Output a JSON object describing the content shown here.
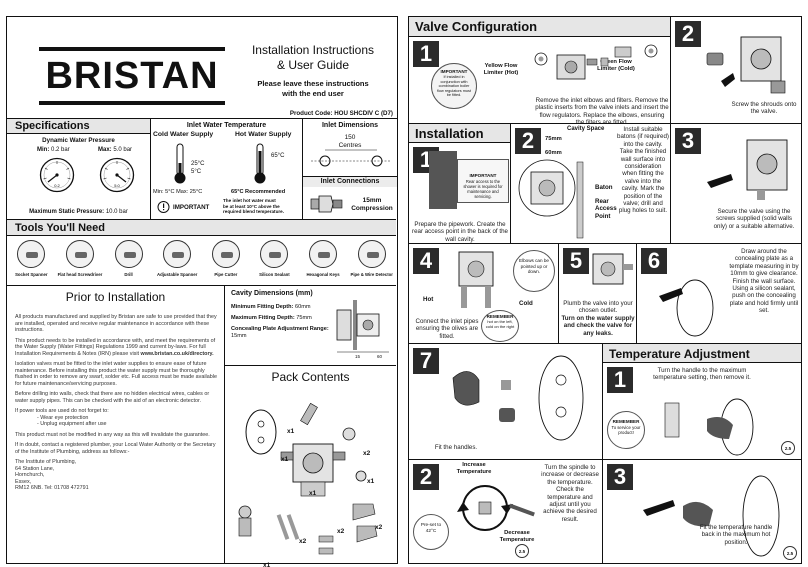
{
  "brand": {
    "name": "BRISTAN"
  },
  "cover": {
    "title_line1": "Installation Instructions",
    "title_line2": "& User Guide",
    "subtitle_line1": "Please leave these instructions",
    "subtitle_line2": "with the end user",
    "product_code": "Product Code: HOU SHCDIV C (D7)"
  },
  "specifications": {
    "title": "Specifications",
    "dynamic_label": "Dynamic Water Pressure",
    "min_label": "Min:",
    "min_value": "0.2 bar",
    "max_label": "Max:",
    "max_value": "5.0 bar",
    "static_label": "Maximum Static Pressure:",
    "static_value": "10.0 bar",
    "gauge_left_value": "0.2",
    "gauge_right_value": "5.0"
  },
  "inlet_temp": {
    "title": "Inlet Water Temperature",
    "cold_label": "Cold Water Supply",
    "hot_label": "Hot Water Supply",
    "cold_t1": "25°C",
    "cold_t2": "5°C",
    "hot_t": "65°C",
    "minmax": "Min: 5°C Max: 25°C",
    "recommended": "65°C Recommended",
    "important_label": "IMPORTANT",
    "important_text_1": "The inlet hot water must",
    "important_text_2": "be at least 10°C above the",
    "important_text_3": "required blend temperature."
  },
  "inlet_dims": {
    "title": "Inlet Dimensions",
    "value": "150",
    "centres": "Centres",
    "connections_title": "Inlet Connections",
    "connections_value_1": "15mm",
    "connections_value_2": "Compression"
  },
  "tools": {
    "title": "Tools You'll Need",
    "items": [
      "Socket Spanner",
      "Flat head Screwdriver",
      "Drill",
      "Adjustable Spanner",
      "Pipe Cutter",
      "Silicon Sealant",
      "Hexagonal Keys",
      "Pipe & Wire Detector"
    ]
  },
  "prior": {
    "title": "Prior to Installation",
    "p1": "All products manufactured and supplied by Bristan are safe to use provided that they are installed, operated and receive regular maintenance in accordance with these instructions.",
    "p2a": "This product needs to be installed in accordance with, and meet the requirements of the Water Supply (Water Fittings) Regulations 1999 and current by-laws. For full Installation Requirements & Notes (IRN) please visit",
    "p2b": "www.bristan.co.uk/directory.",
    "p3": "Isolation valves must be fitted to the inlet water supplies to ensure ease of future maintenance. Before installing this product the water supply must be thoroughly flushed in order to remove any swarf, solder etc. Full access must be made available for future maintenance/servicing purposes.",
    "p4": "Before drilling into walls, check that there are no hidden electrical wires, cables or water supply pipes. This can be checked with the aid of an electronic detector.",
    "p5": "If power tools are used do not forget to:",
    "bullet1": "- Wear eye protection",
    "bullet2": "- Unplug equipment after use",
    "p6": "This product must not be modified in any way as this will invalidate the guarantee.",
    "p7": "If in doubt, contact a registered plumber, your Local Water Authority or the Secretary of the Institute of Plumbing, address as follows:-",
    "addr1": "The Institute of Plumbing,",
    "addr2": "64 Station Lane,",
    "addr3": "Hornchurch,",
    "addr4": "Essex,",
    "addr5": "RM12 6NB. Tel: 01708 472791"
  },
  "cavity": {
    "title": "Cavity Dimensions (mm)",
    "min_label": "Minimum Fitting Depth:",
    "min_value": "60mm",
    "max_label": "Maximum Fitting Depth:",
    "max_value": "75mm",
    "plate_label": "Concealing Plate Adjustment Range:",
    "plate_value": "15mm",
    "dim_a": "15",
    "dim_b": "60"
  },
  "pack": {
    "title": "Pack Contents",
    "qty": [
      "x1",
      "x1",
      "x1",
      "x2",
      "x1",
      "x2",
      "x2",
      "x2",
      "x1"
    ]
  },
  "valve_config": {
    "title": "Valve Configuration",
    "step1_num": "1",
    "important_label": "IMPORTANT",
    "important_text": "If installed in conjunction with combination boiler flow regulators must be fitted.",
    "yellow_label": "Yellow Flow Limiter (Hot)",
    "green_label": "Green Flow Limiter (Cold)",
    "step1_text": "Remove the inlet elbows and filters. Remove the plastic inserts from the valve inlets and insert the flow regulators. Replace the elbows, ensuring the filters are fitted.",
    "step2_num": "2",
    "step2_text": "Screw the shrouds onto the valve."
  },
  "installation": {
    "title": "Installation",
    "s1_num": "1",
    "s1_important": "IMPORTANT",
    "s1_imp_text": "Rear access to the shower is required for maintenance and servicing.",
    "s1_text": "Prepare the pipework. Create the rear access point in the back of the wall cavity.",
    "s2_num": "2",
    "s2_cavity": "Cavity Space",
    "s2_75": "75mm",
    "s2_60": "60mm",
    "s2_baton": "Baton",
    "s2_rear": "Rear Access Point",
    "s2_text": "Install suitable batons (if required) into the cavity. Take the finished wall surface into consideration when fitting the valve into the cavity. Mark the position of the valve; drill and plug holes to suit.",
    "s3_num": "3",
    "s3_text": "Secure the valve using the screws supplied (solid walls only) or a suitable alternative.",
    "s4_num": "4",
    "s4_elbows": "Elbows can be pointed up or down.",
    "s4_hot": "Hot",
    "s4_cold": "Cold",
    "s4_text": "Connect the inlet pipes ensuring the olives are fitted.",
    "s4_remember": "REMEMBER",
    "s4_rem_text": "hot on the left, cold on the right",
    "s5_num": "5",
    "s5_text_a": "Plumb the valve into your chosen outlet.",
    "s5_text_b": "Turn on the water supply and check the valve for any leaks.",
    "s6_num": "6",
    "s6_text": "Draw around the concealing plate as a template measuring in by 10mm to give clearance. Finish the wall surface. Using a silicon sealant, push on the concealing plate and hold firmly until set.",
    "s7_num": "7",
    "s7_text": "Fit the handles."
  },
  "temp_adjust": {
    "title": "Temperature Adjustment",
    "s1_num": "1",
    "s1_text": "Turn the handle to the maximum temperature setting, then remove it.",
    "remember": "REMEMBER",
    "rem_text": "To service your product!",
    "s2_num": "2",
    "s2_increase": "Increase Temperature",
    "s2_decrease": "Decrease Temperature",
    "s2_preset": "Pre-set to 42°C",
    "s2_text": "Turn the spindle to increase or decrease the temperature. Check the temperature and adjust until you achieve the desired result.",
    "s3_num": "3",
    "s3_text": "Fit the temperature handle back in the maximum hot position.",
    "badge": "2.5"
  }
}
